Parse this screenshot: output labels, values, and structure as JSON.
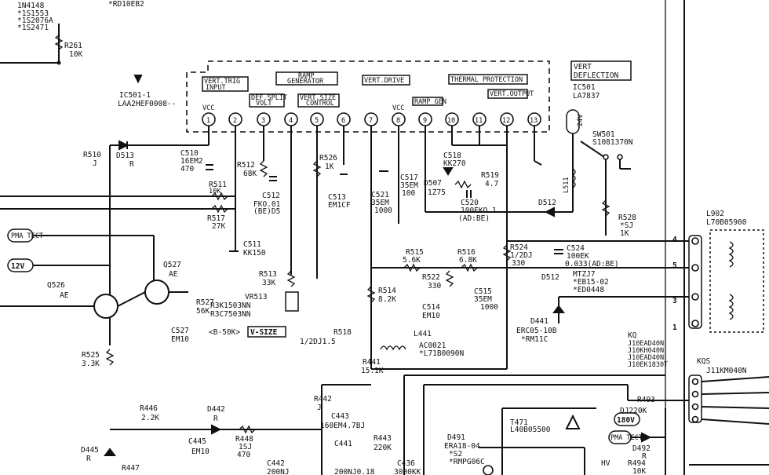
{
  "top_labels": {
    "diode_top": "1N4148",
    "tag1": "*1S1553",
    "tag2": "*1S2076A",
    "tag3": "*1S2471",
    "rdiode": "*RD10EB2",
    "r261": "R261",
    "r261_val": "10K"
  },
  "ic": {
    "ref1": "IC501-1",
    "part1": "LAA2HEF0008--",
    "box_title_1": "VERT",
    "box_title_2": "DEFLECTION",
    "ref": "IC501",
    "part": "LA7837",
    "blocks": [
      "VERT.TRIG",
      "INPUT",
      "RAMP",
      "GENERATOR",
      "VERT.OUTPUT",
      "THERMAL PROTECTION",
      "VERT.DRIVE",
      "VERT.SIZE",
      "CONTROL",
      "RAMP GEN",
      "DEF.SPLIT",
      "VOLT"
    ],
    "vcc": "VCC",
    "pins": [
      "1",
      "2",
      "3",
      "4",
      "5",
      "6",
      "7",
      "8",
      "9",
      "10",
      "11",
      "12",
      "13"
    ]
  },
  "components": {
    "r510": "R510",
    "r510_val": "J",
    "d513": "D513",
    "d513_val": "R",
    "c510": "C510",
    "c510_val": "16EM2",
    "c510_val2": "470",
    "r512": "R512",
    "r512_val": "68K",
    "c512": "C512",
    "c512_val": "FKO.01",
    "c512_val2": "(BE)D5",
    "r526": "R526",
    "r526_val": "1K",
    "c513": "C513",
    "c513_val": "EM1CF",
    "c521": "C521",
    "c521_val": "35EM",
    "c521_val2": "1000",
    "c517": "C517",
    "c517_val": "35EM",
    "c517_val2": "100",
    "d507": "D507",
    "d507_val": "1Z75",
    "c518": "C518",
    "c518_val": "KK270",
    "r519": "R519",
    "r519_val": "4.7",
    "c520": "C520",
    "c520_val": "100EKO.1",
    "c520_val2": "(AD:BE)",
    "l511": "L511",
    "d512": "D512",
    "v24": "24V",
    "sw501": "SW501",
    "sw501_val": "S1081370N",
    "r528": "R528",
    "r528_val": "*SJ",
    "r528_val2": "1K",
    "l902": "L902",
    "l902_val": "L70B05900",
    "r511": "R511",
    "r511_val": "10K",
    "r517": "R517",
    "r517_val": "27K",
    "c511": "C511",
    "c511_val": "KK150",
    "pulse_tag": "PMA TECT",
    "v12": "12V",
    "q527": "Q527",
    "q527_val": "AE",
    "q526": "Q526",
    "q526_val": "AE",
    "r527": "R527",
    "r527_val": "56K",
    "c527": "C527",
    "c527_val": "EM10",
    "r513": "R513",
    "r513_val": "33K",
    "vr513": "VR513",
    "vr513_val": "R3K1503NN",
    "vr513_val2": "R3C7503NN",
    "vr_note": "<B-50K>",
    "v_size": "V-SIZE",
    "r515": "R515",
    "r515_val": "5.6K",
    "r516": "R516",
    "r516_val": "6.8K",
    "r524": "R524",
    "r524_val": "1/2DJ",
    "r524_val2": "330",
    "c524": "C524",
    "c524_val": "100EK",
    "c524_val2": "0.033(AD:BE)",
    "r514": "R514",
    "r514_val": "8.2K",
    "r522": "R522",
    "r522_val": "330",
    "c514": "C514",
    "c514_val": "EM10",
    "c515": "C515",
    "c515_val": "35EM",
    "c515_val2": "1000",
    "d512b": "D512",
    "d512b_val": "MTZJ7",
    "d512b_val2": "*EB15-02",
    "d512b_val3": "*ED0448",
    "d441": "D441",
    "d441_val": "ERC05-10B",
    "d441_val2": "*RM11C",
    "r518": "R518",
    "r518_val": "1/2DJ1.5",
    "l441": "L441",
    "l441_val": "AC0021",
    "l441_val2": "*L71B0090N",
    "r441": "R441",
    "r441_val": "15.1K",
    "r525": "R525",
    "r525_val": "3.3K",
    "kq": "KQ",
    "kq_1": "J10EAD40N",
    "kq_2": "J10KH040N",
    "kq_3": "J10EAD40N",
    "kq_4": "J10EK1830T",
    "kqs": "KQS",
    "kqs_val": "J11KM040N",
    "r442": "R442",
    "r442_val": "J",
    "r446": "R446",
    "r446_val": "2.2K",
    "d442": "D442",
    "d442_val": "R",
    "r448": "R448",
    "r448_val": "1SJ",
    "r448_val2": "470",
    "c443": "C443",
    "c443_val": "160EM4.7BJ",
    "c445": "C445",
    "c445_val": "EM10",
    "d445": "D445",
    "d445_val": "R",
    "r447": "R447",
    "c442": "C442",
    "c442_val": "200NJ",
    "c441": "C441",
    "c441_val": "200NJ0.18",
    "r443": "R443",
    "r443_val": "220K",
    "d491": "D491",
    "d491_val": "ERA18-04",
    "d491_val2": "*S2",
    "d491_val3": "*RMPG06C",
    "c436": "C436",
    "c436_val": "3000KK",
    "t471": "T471",
    "t471_val": "L40B05500",
    "v180": "180V",
    "r493": "R493",
    "r493_val": "DJ220K",
    "pma_tect2": "PMA TECT",
    "d492": "D492",
    "d492_val": "R",
    "r494": "R494",
    "r494_val": "10K",
    "hv": "HV",
    "conn_pins": [
      "4",
      "5",
      "3",
      "1"
    ]
  }
}
